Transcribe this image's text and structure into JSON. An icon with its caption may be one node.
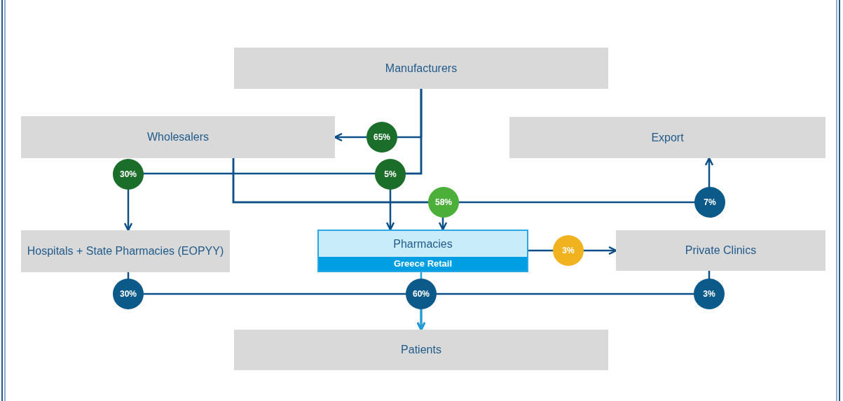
{
  "diagram": {
    "nodes": [
      {
        "text": [
          "Manufacturers"
        ]
      },
      {
        "text": [
          "Wholesalers"
        ]
      },
      {
        "text": [
          "Export"
        ]
      },
      {
        "text": [
          "Hospitals + State Pharmacies (EOPYY)"
        ]
      },
      {
        "text": [
          "Pharmacies",
          "Greece Retail"
        ]
      },
      {
        "text": [
          "Private Clinics"
        ]
      },
      {
        "text": [
          "Patients"
        ]
      }
    ],
    "edges": [
      {
        "from": 0,
        "to": 1,
        "arrow": "to",
        "label": "65%"
      },
      {
        "from": 0,
        "to": 3,
        "arrow": "to",
        "label": "30%"
      },
      {
        "from": 0,
        "to": 4,
        "arrow": "to",
        "label": "5%"
      },
      {
        "from": 1,
        "to": 4,
        "arrow": "to",
        "label": "58%"
      },
      {
        "from": 1,
        "to": 2,
        "arrow": "to",
        "label": "7%"
      },
      {
        "from": 4,
        "to": 5,
        "arrow": "to",
        "label": "3%"
      },
      {
        "from": 3,
        "to": 6,
        "arrow": "to",
        "label": "30%"
      },
      {
        "from": 5,
        "to": 6,
        "arrow": "to",
        "label": "3%"
      },
      {
        "from": 4,
        "to": 6,
        "arrow": "to",
        "label": "60%",
        "color": "#1ba1e2"
      }
    ]
  }
}
